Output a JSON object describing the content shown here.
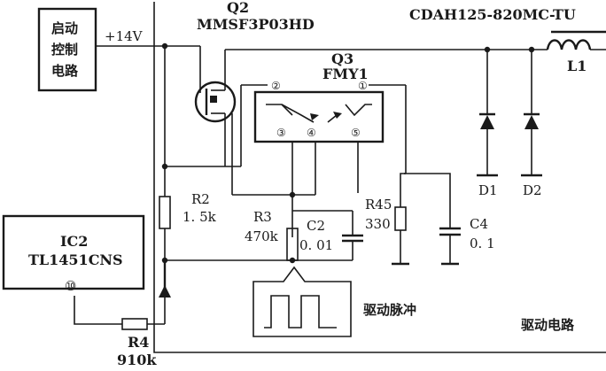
{
  "blocks": {
    "start_ctrl": {
      "line1": "启动",
      "line2": "控制",
      "line3": "电路"
    },
    "ic2": {
      "name": "IC2",
      "part": "TL1451CNS",
      "pin": "⑩"
    },
    "drive_circuit": "驱动电路",
    "drive_pulse": "驱动脉冲"
  },
  "supply": "+14V",
  "components": {
    "q2": {
      "ref": "Q2",
      "part": "MMSF3P03HD"
    },
    "q3": {
      "ref": "Q3",
      "part": "FMY1",
      "pins": [
        "②",
        "①",
        "③",
        "④",
        "⑤"
      ]
    },
    "r2": {
      "ref": "R2",
      "value": "1. 5k"
    },
    "r3": {
      "ref": "R3",
      "value": "470k"
    },
    "c2": {
      "ref": "C2",
      "value": "0. 01"
    },
    "r45": {
      "ref": "R45",
      "value": "330"
    },
    "c4": {
      "ref": "C4",
      "value": "0. 1"
    },
    "r4": {
      "ref": "R4",
      "value": "910k"
    },
    "d1": {
      "ref": "D1"
    },
    "d2": {
      "ref": "D2"
    },
    "l1": {
      "ref": "L1",
      "part": "CDAH125-820MC-TU"
    }
  }
}
